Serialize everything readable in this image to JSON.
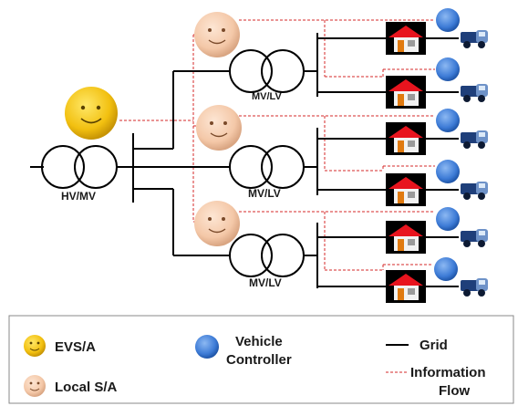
{
  "transformers": {
    "hv_mv": "HV/MV",
    "mv_lv_1": "MV/LV",
    "mv_lv_2": "MV/LV",
    "mv_lv_3": "MV/LV"
  },
  "legend": {
    "evs_label": "EVS/A",
    "local_label": "Local S/A",
    "vehicle_line1": "Vehicle",
    "vehicle_line2": "Controller",
    "grid_label": "Grid",
    "info_line1": "Information",
    "info_line2": "Flow"
  },
  "colors": {
    "grid_line": "#000000",
    "info_flow": "#d62828",
    "evs_face": "#f2c010",
    "local_face": "#f4c8a8",
    "vehicle_controller": "#3d7bd6",
    "house_roof": "#e8141e",
    "house_wall": "#f2f2f2",
    "house_door": "#e07a10"
  },
  "icons": {
    "evs": "smiley-face-icon",
    "local": "smiley-face-icon",
    "vehicle_controller": "vehicle-controller-icon",
    "house": "house-icon",
    "vehicle": "electric-vehicle-icon"
  }
}
